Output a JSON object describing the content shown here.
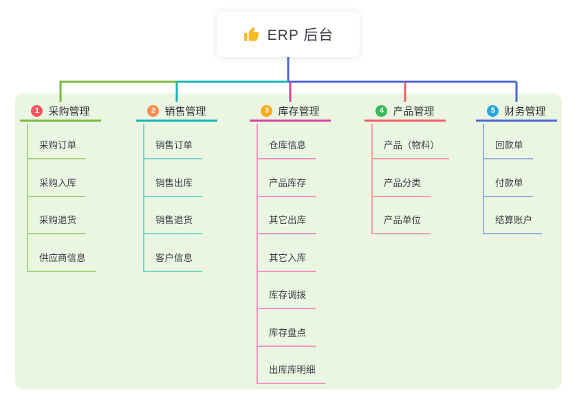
{
  "root": {
    "label": "ERP 后台",
    "icon": "thumbs-up-icon",
    "icon_color": "#f7b928",
    "line_color": "#4766d5"
  },
  "panel": {
    "background": "#eaf6e2"
  },
  "branches": [
    {
      "num": "1",
      "label": "采购管理",
      "badge_color": "#f5535f",
      "accent_color": "#76b93e",
      "child_line_color": "#a6d37e",
      "children": [
        "采购订单",
        "采购入库",
        "采购退货",
        "供应商信息"
      ]
    },
    {
      "num": "2",
      "label": "销售管理",
      "badge_color": "#fb8b4d",
      "accent_color": "#13b3b4",
      "child_line_color": "#74d5cb",
      "children": [
        "销售订单",
        "销售出库",
        "销售退货",
        "客户信息"
      ]
    },
    {
      "num": "3",
      "label": "库存管理",
      "badge_color": "#fbab1b",
      "accent_color": "#d4419f",
      "child_line_color": "#f391c0",
      "children": [
        "仓库信息",
        "产品库存",
        "其它出库",
        "其它入库",
        "库存调拨",
        "库存盘点",
        "出库库明细"
      ]
    },
    {
      "num": "4",
      "label": "产品管理",
      "badge_color": "#3bb857",
      "accent_color": "#f15b63",
      "child_line_color": "#f79ba0",
      "children": [
        "产品（物料）",
        "产品分类",
        "产品单位"
      ]
    },
    {
      "num": "5",
      "label": "财务管理",
      "badge_color": "#2aa7e0",
      "accent_color": "#4766d5",
      "child_line_color": "#97aee6",
      "children": [
        "回款单",
        "付款单",
        "结算账户"
      ]
    }
  ]
}
